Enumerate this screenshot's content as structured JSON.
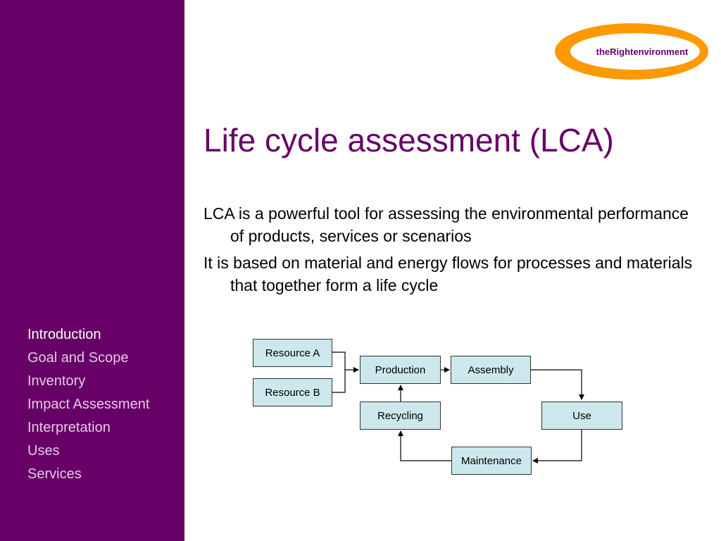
{
  "logo": {
    "text": "theRightenvironment",
    "colors": {
      "ring": "#ff9900",
      "text": "#660066"
    }
  },
  "slide": {
    "title": "Life cycle assessment (LCA)",
    "paragraphs": [
      "LCA is a powerful tool for assessing the environmental performance of products, services or scenarios",
      "It is based on material and energy flows for processes and materials that together form a life cycle"
    ]
  },
  "sidebar": {
    "items": [
      {
        "label": "Introduction",
        "active": true
      },
      {
        "label": "Goal and Scope",
        "active": false
      },
      {
        "label": "Inventory",
        "active": false
      },
      {
        "label": "Impact Assessment",
        "active": false
      },
      {
        "label": "Interpretation",
        "active": false
      },
      {
        "label": "Uses",
        "active": false
      },
      {
        "label": "Services",
        "active": false
      }
    ]
  },
  "diagram": {
    "nodes": {
      "resource_a": "Resource A",
      "resource_b": "Resource B",
      "production": "Production",
      "assembly": "Assembly",
      "recycling": "Recycling",
      "use": "Use",
      "maintenance": "Maintenance"
    },
    "edges": [
      [
        "resource_a",
        "production"
      ],
      [
        "resource_b",
        "production"
      ],
      [
        "production",
        "assembly"
      ],
      [
        "assembly",
        "use"
      ],
      [
        "use",
        "maintenance"
      ],
      [
        "maintenance",
        "recycling"
      ],
      [
        "recycling",
        "production"
      ]
    ]
  },
  "colors": {
    "sidebar": "#660066",
    "title": "#660066",
    "box_fill": "#cce8ec"
  }
}
